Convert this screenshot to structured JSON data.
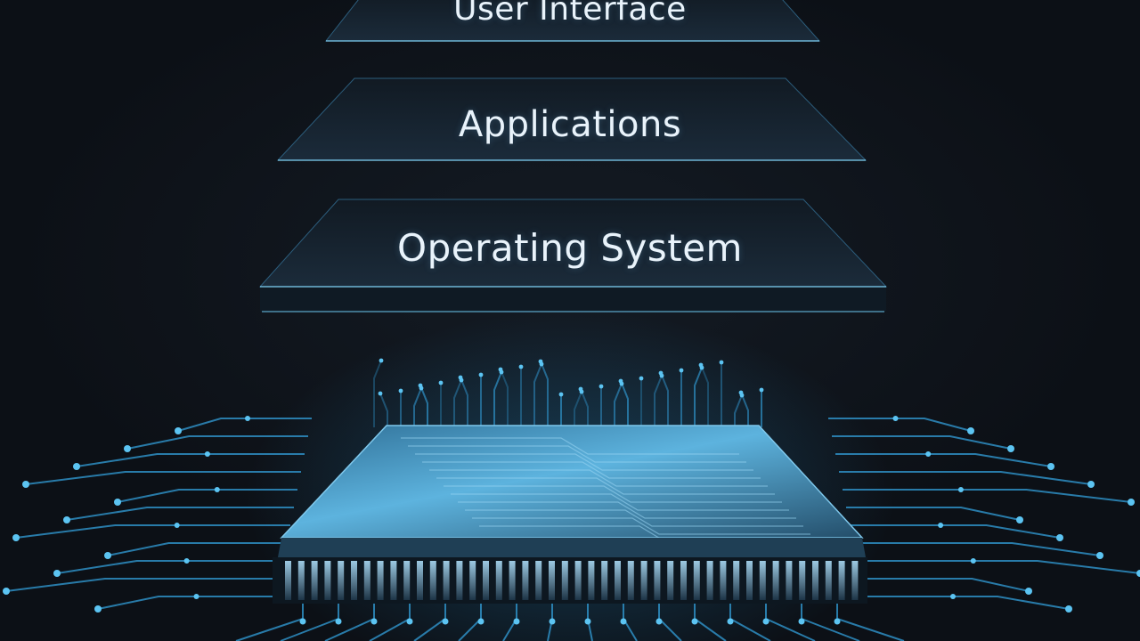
{
  "layers": [
    {
      "id": "user-interface",
      "label": "User Interface"
    },
    {
      "id": "applications",
      "label": "Applications"
    },
    {
      "id": "operating-system",
      "label": "Operating System"
    }
  ],
  "base": {
    "icon": "cpu-chip-icon",
    "circuit": "circuit-traces"
  },
  "colors": {
    "background": "#0c1016",
    "panel": "#16222e",
    "edge_glow": "#3fb6ec",
    "chip": "#2a5f80",
    "trace": "#3a9fd4"
  }
}
